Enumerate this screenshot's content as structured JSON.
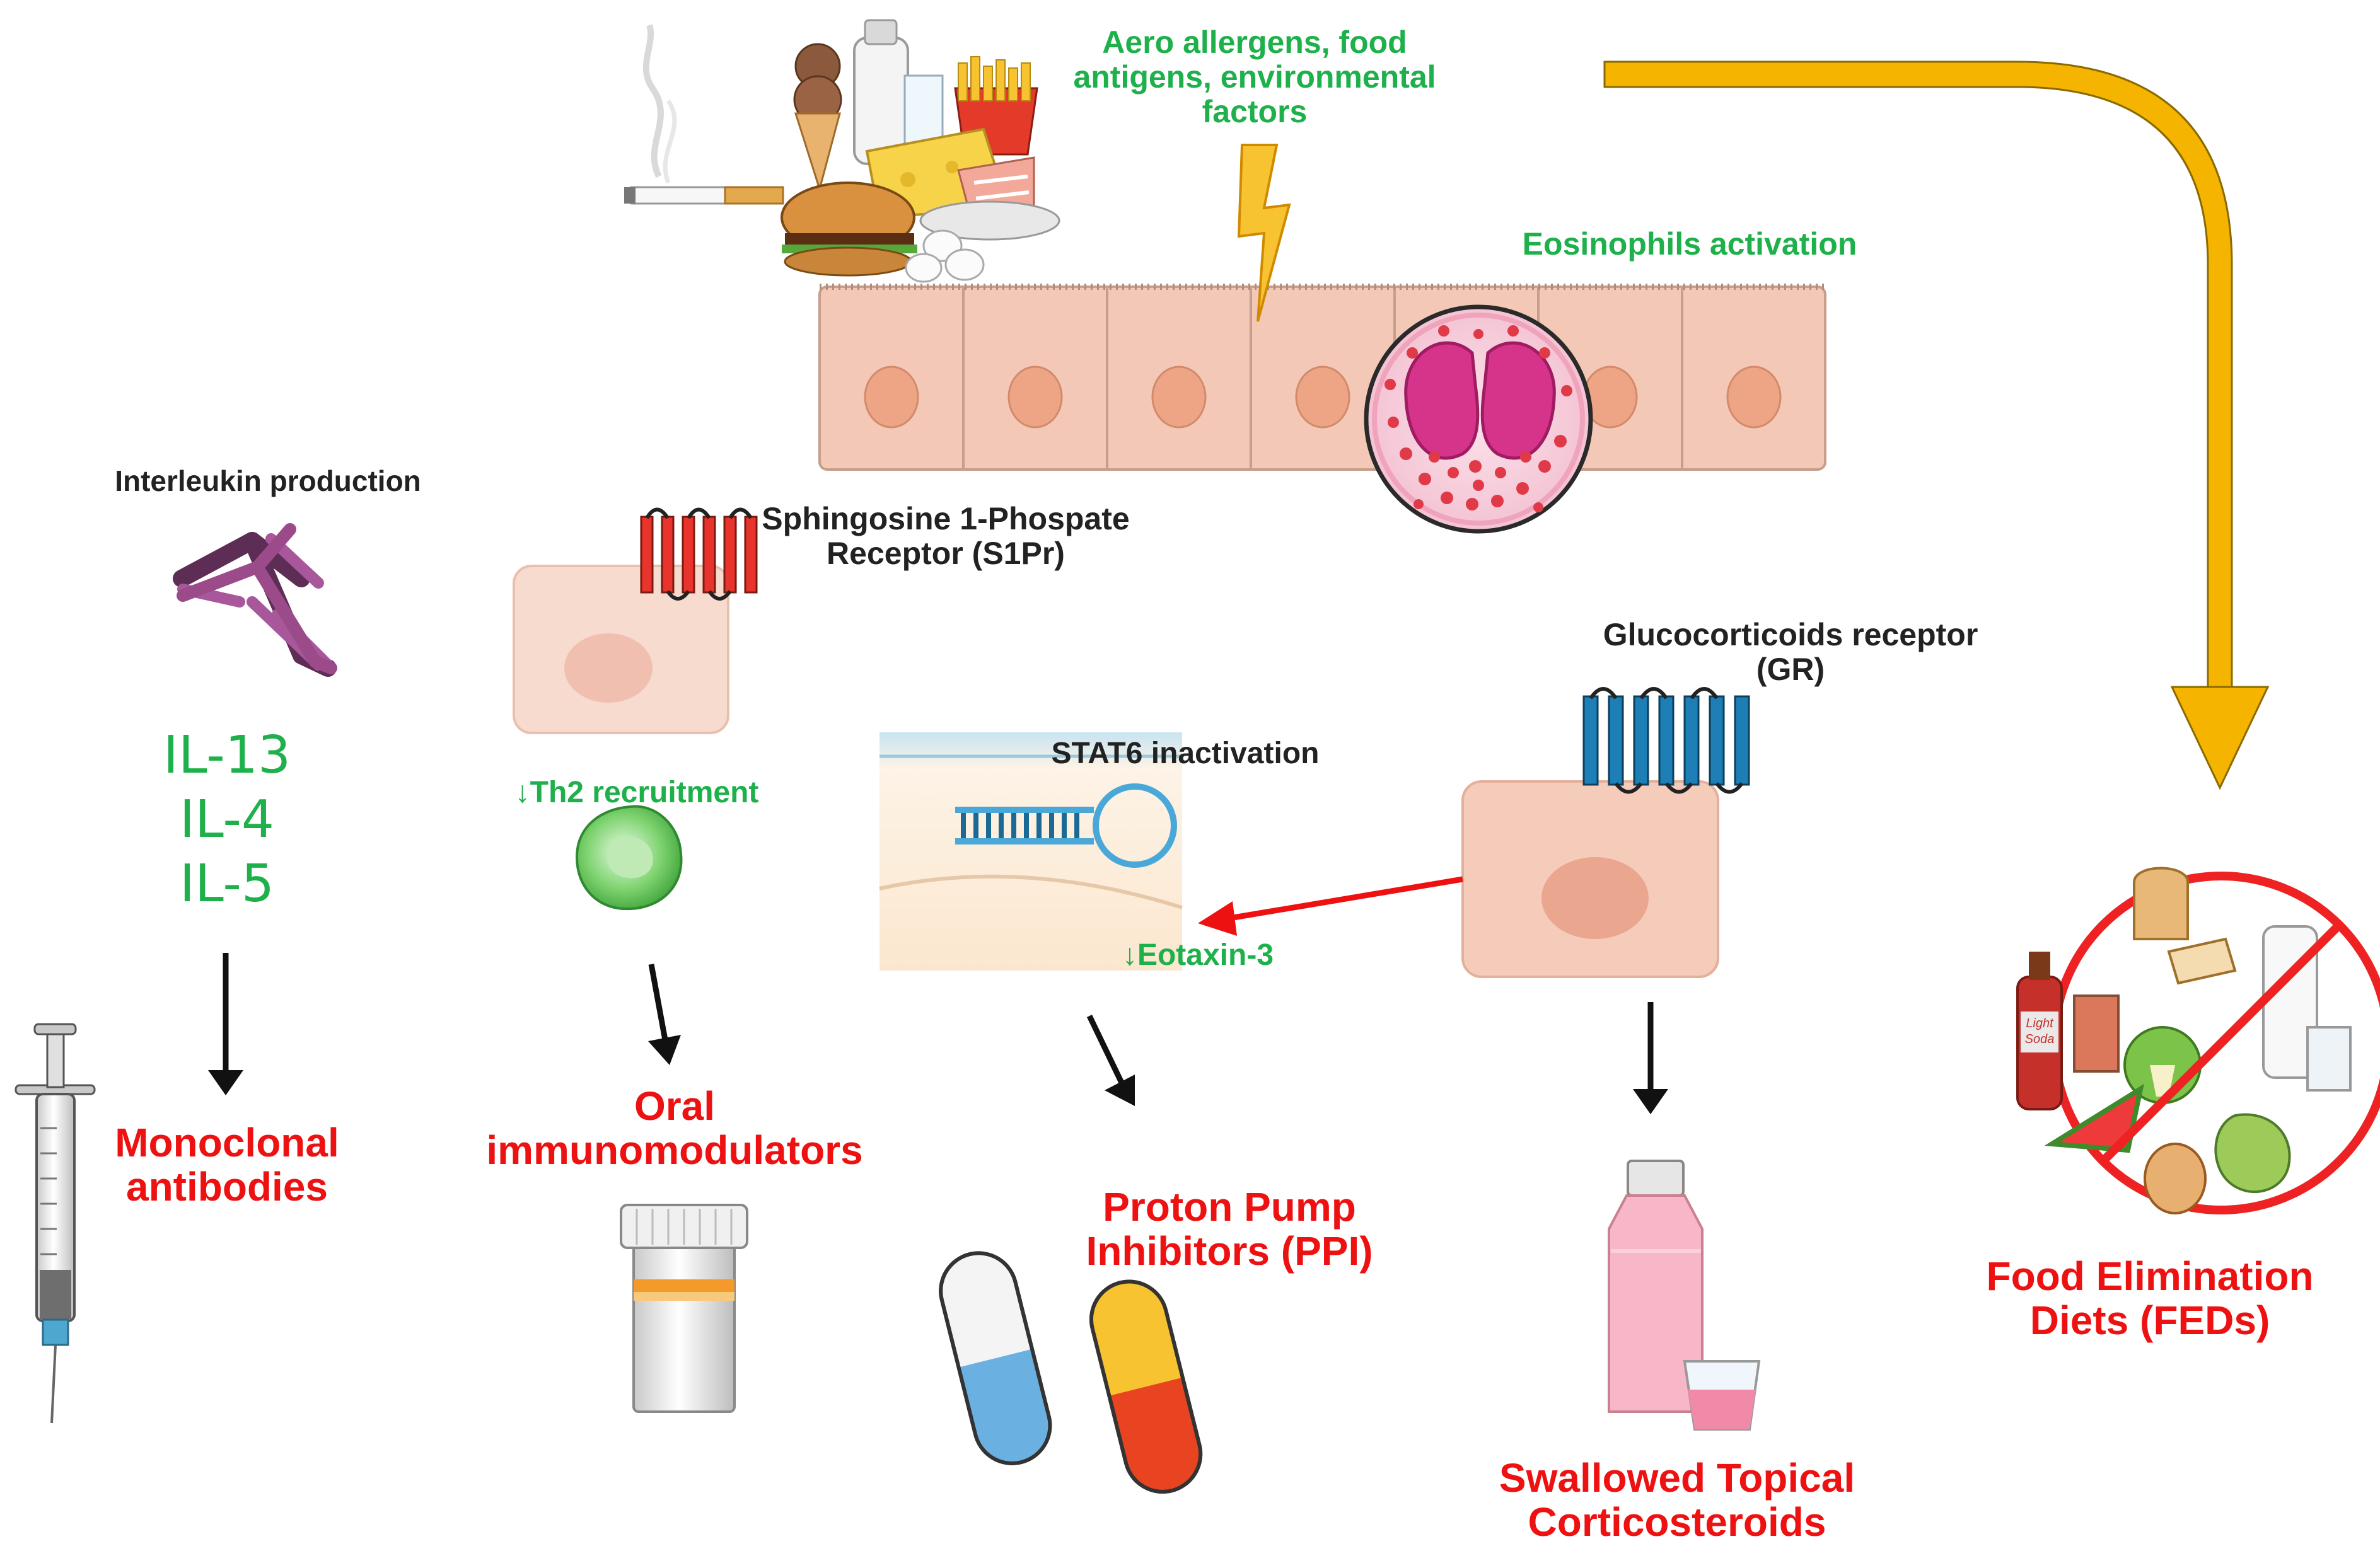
{
  "labels": {
    "aero_allergens": "Aero allergens, food\nantigens, environmental\nfactors",
    "eosinophils_activation": "Eosinophils activation",
    "interleukin_production": "Interleukin production",
    "s1pr": "Sphingosine 1-Phospate\nReceptor (S1Pr)",
    "glucocorticoids_receptor": "Glucocorticoids receptor\n(GR)",
    "stat6_inactivation": "STAT6 inactivation",
    "th2_recruitment": "↓Th2 recruitment",
    "eotaxin3": "↓Eotaxin-3",
    "interleukins": [
      "IL-13",
      "IL-4",
      "IL-5"
    ]
  },
  "therapies": {
    "monoclonal_antibodies": "Monoclonal\nantibodies",
    "oral_immunomodulators": "Oral\nimmunomodulators",
    "ppi": "Proton Pump\nInhibitors (PPI)",
    "stc": "Swallowed Topical\nCorticosteroids",
    "feds": "Food Elimination\nDiets (FEDs)"
  },
  "soda_label": "Light\nSoda",
  "colors": {
    "green_text": "#1eb04a",
    "red_text": "#ee1111",
    "epithelium": "#f4c8b6",
    "receptor_red": "#e8342c",
    "receptor_blue": "#1d7fb5",
    "antibody": "#9b4a8a",
    "curved_arrow": "#f5b400",
    "prohibition": "#ee2222"
  },
  "icons": [
    "cigarette-icon",
    "food-pile-icon",
    "lightning-icon",
    "epithelium-icon",
    "eosinophil-icon",
    "antibody-icon",
    "receptor-icon",
    "th2-cell-icon",
    "stat6-hairpin-icon",
    "syringe-icon",
    "pill-bottle-icon",
    "capsule-icon",
    "syrup-bottle-icon",
    "no-food-icon",
    "curved-arrow-icon"
  ]
}
